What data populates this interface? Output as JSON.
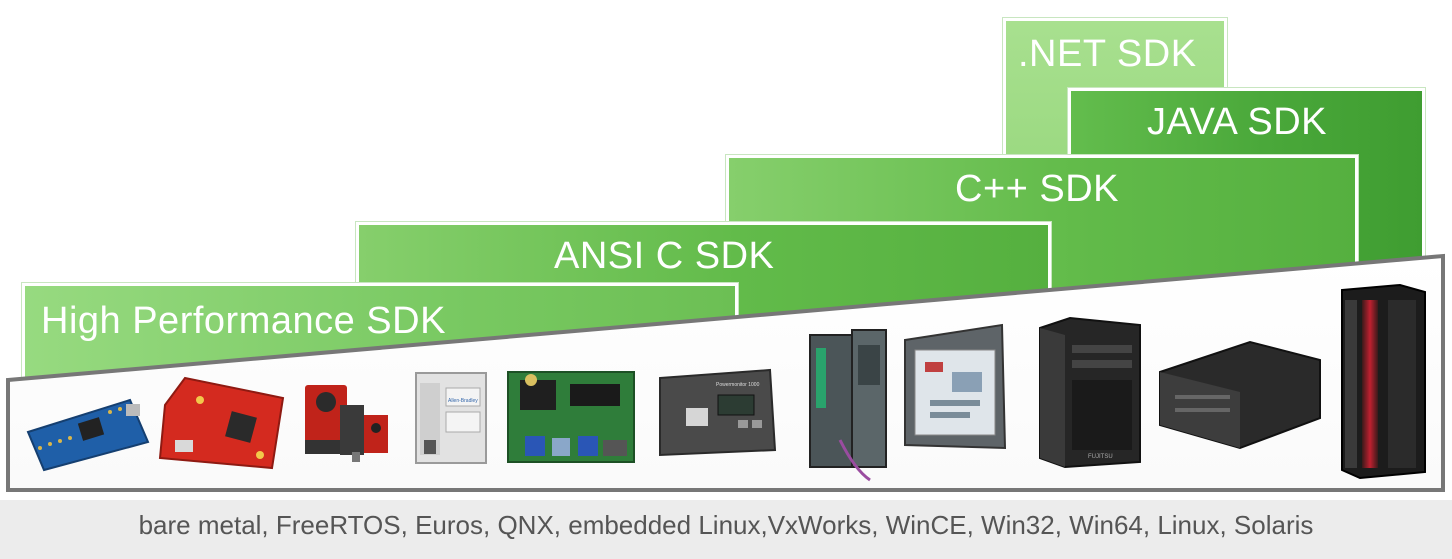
{
  "sdks": {
    "net": ".NET SDK",
    "java": "JAVA SDK",
    "cpp": "C++ SDK",
    "ansi_c": "ANSI C SDK",
    "high_performance": "High Performance SDK"
  },
  "platforms": "bare metal, FreeRTOS, Euros, QNX, embedded Linux,VxWorks, WinCE, Win32, Win64, Linux, Solaris",
  "device_labels": {
    "plc_brand": "Allen-Bradley",
    "powermonitor": "Powermonitor 1000",
    "tower_brand": "FUJITSU"
  },
  "colors": {
    "green_dark": "#4aa83a",
    "green_light": "#8fd374",
    "frame_gray": "#777777",
    "text_gray": "#555555"
  }
}
